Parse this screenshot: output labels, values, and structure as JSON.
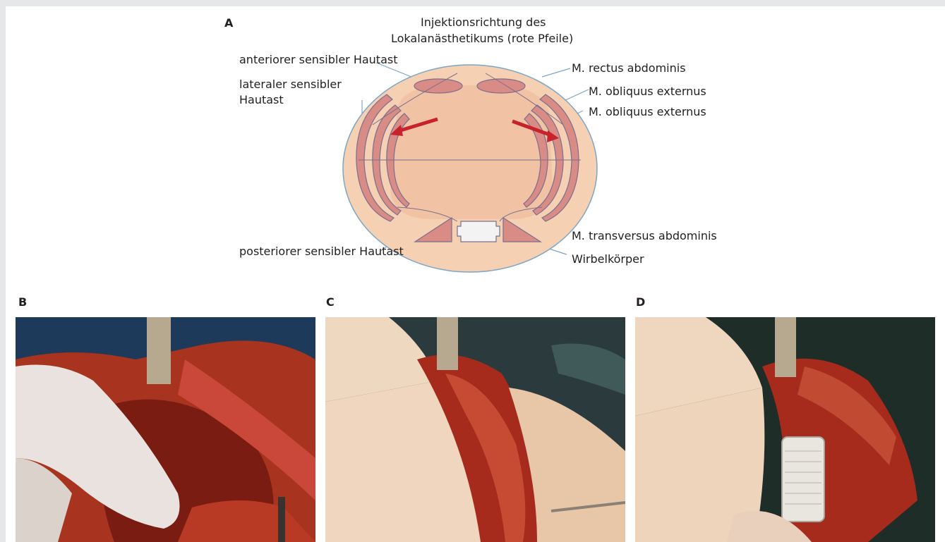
{
  "panels": {
    "a": "A",
    "b": "B",
    "c": "C",
    "d": "D"
  },
  "diagram": {
    "injection_title_line1": "Injektionsrichtung des",
    "injection_title_line2": "Lokalanästhetikums (rote Pfeile)",
    "labels": {
      "anterior": "anteriorer sensibler Hautast",
      "lateral_line1": "lateraler sensibler",
      "lateral_line2": "Hautast",
      "posterior": "posteriorer sensibler Hautast",
      "rectus": "M. rectus abdominis",
      "obliquus_1": "M. obliquus externus",
      "obliquus_2": "M. obliquus externus",
      "transversus": "M. transversus abdominis",
      "vertebra": "Wirbelkörper"
    },
    "colors": {
      "outer_skin": "#f5d0b2",
      "inner_cavity": "#f1c2a3",
      "muscle": "#d98b86",
      "muscle_stroke": "#7a6f8e",
      "arrow": "#c8232c",
      "leader": "#7aa6c7"
    }
  }
}
